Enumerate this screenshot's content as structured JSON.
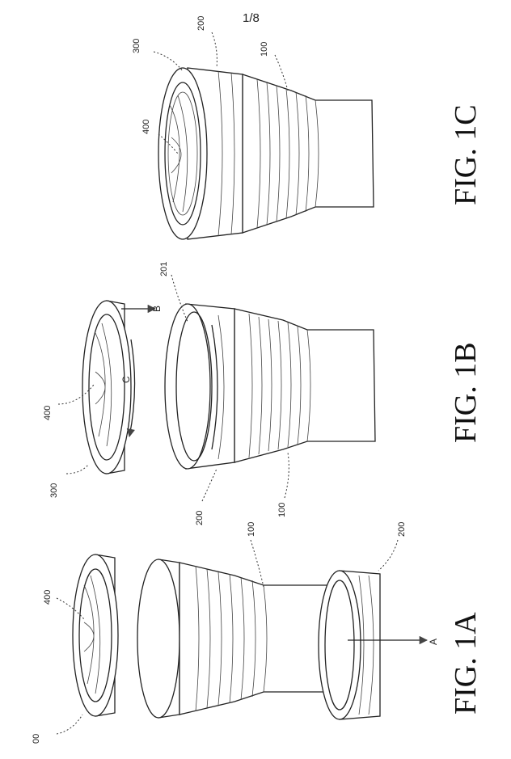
{
  "page": {
    "number": "1/8"
  },
  "figures": {
    "fig1a": {
      "label": "FIG. 1A",
      "refs": {
        "cap": "00",
        "filter": "400",
        "body": "100",
        "bottom": "200"
      },
      "arrow": "A"
    },
    "fig1b": {
      "label": "FIG. 1B",
      "refs": {
        "cap": "300",
        "filter": "400",
        "ring": "201",
        "collar": "200",
        "body": "100"
      },
      "arrows": {
        "rotate": "C",
        "down": "B"
      }
    },
    "fig1c": {
      "label": "FIG. 1C",
      "refs": {
        "cap": "300",
        "collar": "200",
        "body": "100",
        "filter": "400"
      }
    }
  }
}
